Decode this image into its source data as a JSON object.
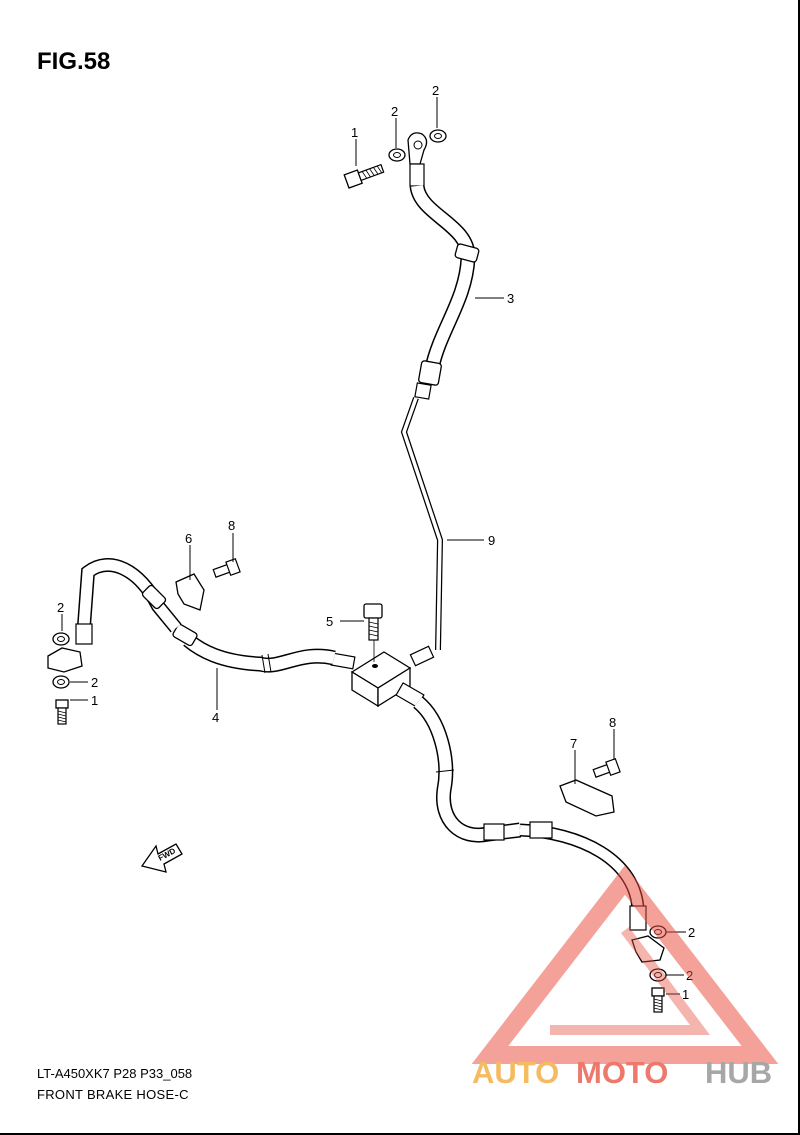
{
  "figure": {
    "title": "FIG.58",
    "model_code": "LT-A450XK7 P28 P33_058",
    "name": "FRONT BRAKE  HOSE-C"
  },
  "callouts": {
    "n1": "1",
    "n2": "2",
    "n3": "3",
    "n4": "4",
    "n5": "5",
    "n6": "6",
    "n7": "7",
    "n8": "8",
    "n9": "9"
  },
  "fwd_arrow_label": "FWD",
  "watermark": {
    "part1": "AUTO",
    "part2": "MOTO",
    "part3": "HUB",
    "color_primary": "#f2a52e",
    "color_secondary": "#e84b3c",
    "color_tertiary": "#8a8a8a"
  },
  "colors": {
    "line": "#000000",
    "background": "#ffffff"
  }
}
